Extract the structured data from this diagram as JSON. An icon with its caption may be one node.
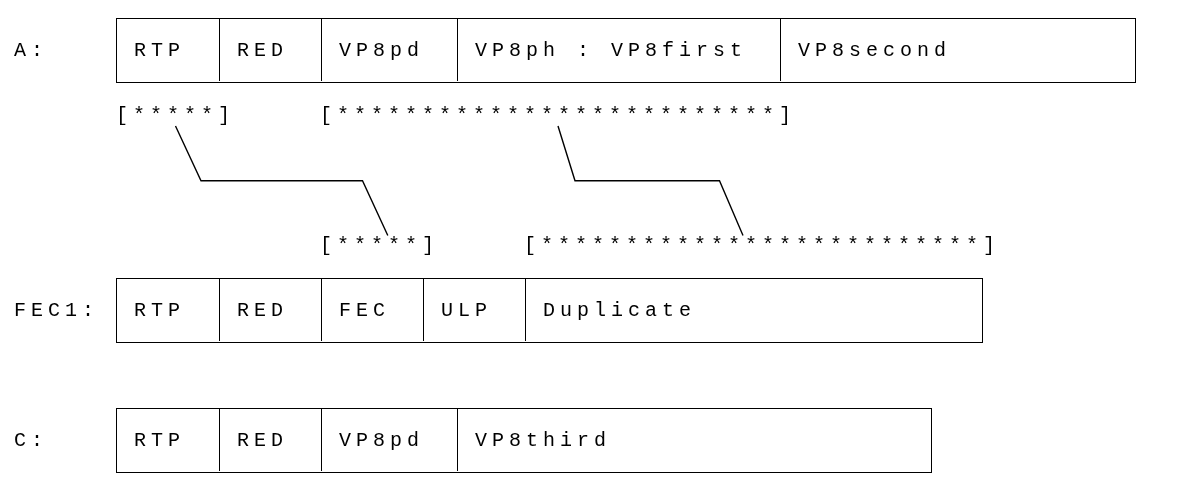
{
  "diagram": {
    "nodes": [
      {
        "text": [
          "A:"
        ]
      },
      {
        "text": [
          "RTP"
        ],
        "in": 0
      },
      {
        "text": [
          "RED"
        ],
        "in": 0
      },
      {
        "text": [
          "VP8pd"
        ],
        "in": 0
      },
      {
        "text": [
          "VP8ph : VP8first"
        ],
        "in": 0
      },
      {
        "text": [
          "VP8second"
        ],
        "in": 0
      },
      {
        "text": [
          "[*****]"
        ]
      },
      {
        "text": [
          "[**************************]"
        ]
      },
      {
        "text": [
          "[*****]"
        ]
      },
      {
        "text": [
          "[**************************]"
        ]
      },
      {
        "text": [
          "FEC1:"
        ]
      },
      {
        "text": [
          "RTP"
        ],
        "in": 10
      },
      {
        "text": [
          "RED"
        ],
        "in": 10
      },
      {
        "text": [
          "FEC"
        ],
        "in": 10
      },
      {
        "text": [
          "ULP"
        ],
        "in": 10
      },
      {
        "text": [
          "Duplicate"
        ],
        "in": 10
      },
      {
        "text": [
          "C:"
        ]
      },
      {
        "text": [
          "RTP"
        ],
        "in": 16
      },
      {
        "text": [
          "RED"
        ],
        "in": 16
      },
      {
        "text": [
          "VP8pd"
        ],
        "in": 16
      },
      {
        "text": [
          "VP8third"
        ],
        "in": 16
      }
    ],
    "edges": [
      {
        "from": 6,
        "to": 8,
        "arrow": "none"
      },
      {
        "from": 7,
        "to": 9,
        "arrow": "none"
      }
    ]
  }
}
